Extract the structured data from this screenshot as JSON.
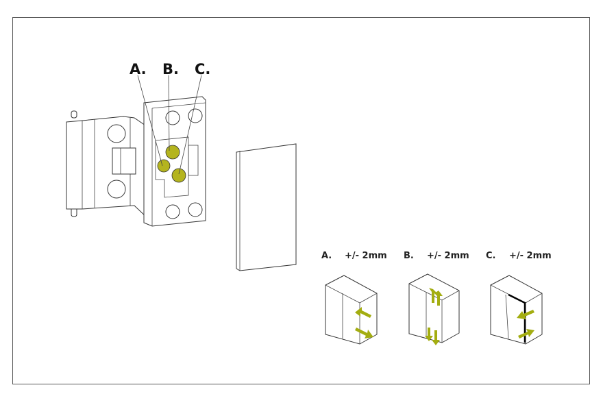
{
  "callouts": {
    "a": "A.",
    "b": "B.",
    "c": "C."
  },
  "adjustments": [
    {
      "label": "A.",
      "range": "+/- 2mm"
    },
    {
      "label": "B.",
      "range": "+/- 2mm"
    },
    {
      "label": "C.",
      "range": "+/- 2mm"
    }
  ],
  "colors": {
    "accent": "#a3ad10",
    "screw": "#b4b41e",
    "line": "#333333"
  }
}
